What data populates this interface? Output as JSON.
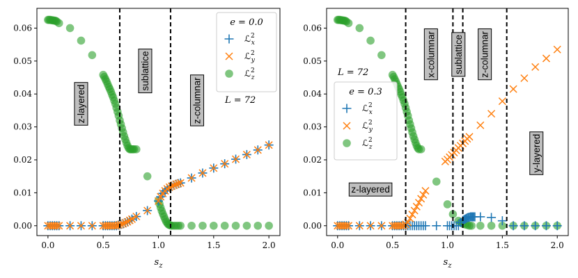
{
  "chart_data": [
    {
      "type": "scatter",
      "xlabel": "s_z",
      "ylabel": "",
      "xlim": [
        -0.1,
        2.1
      ],
      "ylim": [
        -0.003,
        0.066
      ],
      "xticks": [
        "0.0",
        "0.5",
        "1.0",
        "1.5",
        "2.0"
      ],
      "xtick_values": [
        0,
        0.5,
        1.0,
        1.5,
        2.0
      ],
      "yticks": [
        "0.00",
        "0.01",
        "0.02",
        "0.03",
        "0.04",
        "0.05",
        "0.06"
      ],
      "ytick_values": [
        0,
        0.01,
        0.02,
        0.03,
        0.04,
        0.05,
        0.06
      ],
      "legend_title": "e = 0.0",
      "legend_position": "top-right",
      "annotation_L": "L = 72",
      "vlines": [
        0.65,
        1.11
      ],
      "regions": [
        {
          "label": "z-layered",
          "x": 0.3,
          "y": 0.037
        },
        {
          "label": "sublattice",
          "x": 0.88,
          "y": 0.047
        },
        {
          "label": "z-columnar",
          "x": 1.35,
          "y": 0.038
        }
      ],
      "series": [
        {
          "name": "ℒ_x^2",
          "marker": "plus",
          "color": "#1f77b4",
          "x": [
            0,
            0.02,
            0.04,
            0.06,
            0.08,
            0.1,
            0.2,
            0.3,
            0.4,
            0.5,
            0.52,
            0.54,
            0.56,
            0.58,
            0.6,
            0.62,
            0.64,
            0.66,
            0.68,
            0.7,
            0.72,
            0.74,
            0.76,
            0.8,
            0.9,
            1.0,
            1.02,
            1.04,
            1.06,
            1.08,
            1.1,
            1.12,
            1.14,
            1.16,
            1.18,
            1.2,
            1.3,
            1.4,
            1.5,
            1.6,
            1.7,
            1.8,
            1.9,
            2.0
          ],
          "y": [
            0,
            0,
            0,
            0,
            0,
            0,
            0,
            0,
            0,
            0,
            0,
            0,
            0,
            0,
            0,
            0,
            0.0002,
            0.0004,
            0.0006,
            0.0009,
            0.0012,
            0.0016,
            0.002,
            0.0028,
            0.0046,
            0.0075,
            0.0088,
            0.0098,
            0.0106,
            0.0112,
            0.0117,
            0.012,
            0.0123,
            0.0126,
            0.0128,
            0.013,
            0.0145,
            0.016,
            0.0175,
            0.0188,
            0.0202,
            0.0216,
            0.023,
            0.0245
          ]
        },
        {
          "name": "ℒ_y^2",
          "marker": "x",
          "color": "#ff7f0e",
          "x": [
            0,
            0.02,
            0.04,
            0.06,
            0.08,
            0.1,
            0.2,
            0.3,
            0.4,
            0.5,
            0.52,
            0.54,
            0.56,
            0.58,
            0.6,
            0.62,
            0.64,
            0.66,
            0.68,
            0.7,
            0.72,
            0.74,
            0.76,
            0.8,
            0.9,
            1.0,
            1.02,
            1.04,
            1.06,
            1.08,
            1.1,
            1.12,
            1.14,
            1.16,
            1.18,
            1.2,
            1.3,
            1.4,
            1.5,
            1.6,
            1.7,
            1.8,
            1.9,
            2.0
          ],
          "y": [
            0,
            0,
            0,
            0,
            0,
            0,
            0,
            0,
            0,
            0,
            0,
            0,
            0,
            0,
            0,
            0,
            0.0002,
            0.0004,
            0.0006,
            0.0009,
            0.0012,
            0.0016,
            0.002,
            0.0028,
            0.0046,
            0.0075,
            0.0088,
            0.0098,
            0.0106,
            0.0112,
            0.0117,
            0.012,
            0.0123,
            0.0126,
            0.0128,
            0.013,
            0.0145,
            0.016,
            0.0175,
            0.0188,
            0.0202,
            0.0216,
            0.023,
            0.0245
          ]
        },
        {
          "name": "ℒ_z^2",
          "marker": "circle",
          "color": "#2ca02c",
          "x": [
            0,
            0.01,
            0.02,
            0.03,
            0.04,
            0.05,
            0.06,
            0.07,
            0.08,
            0.1,
            0.2,
            0.3,
            0.4,
            0.5,
            0.51,
            0.52,
            0.53,
            0.54,
            0.55,
            0.56,
            0.57,
            0.58,
            0.59,
            0.6,
            0.61,
            0.62,
            0.63,
            0.64,
            0.65,
            0.66,
            0.67,
            0.68,
            0.69,
            0.7,
            0.71,
            0.72,
            0.73,
            0.74,
            0.75,
            0.76,
            0.77,
            0.78,
            0.8,
            0.9,
            1.0,
            1.01,
            1.02,
            1.03,
            1.04,
            1.05,
            1.06,
            1.07,
            1.08,
            1.09,
            1.1,
            1.11,
            1.12,
            1.14,
            1.16,
            1.18,
            1.2,
            1.3,
            1.4,
            1.5,
            1.6,
            1.7,
            1.8,
            1.9,
            2.0
          ],
          "y": [
            0.0625,
            0.0625,
            0.0625,
            0.0624,
            0.0624,
            0.0623,
            0.0623,
            0.0622,
            0.062,
            0.0615,
            0.06,
            0.0562,
            0.0518,
            0.0458,
            0.0452,
            0.0445,
            0.0438,
            0.043,
            0.0422,
            0.0415,
            0.0407,
            0.0398,
            0.039,
            0.038,
            0.037,
            0.0358,
            0.0346,
            0.0334,
            0.032,
            0.0308,
            0.0296,
            0.0284,
            0.0272,
            0.0262,
            0.0252,
            0.0243,
            0.0236,
            0.0232,
            0.0232,
            0.0232,
            0.0232,
            0.0232,
            0.0232,
            0.015,
            0.0076,
            0.0066,
            0.0055,
            0.0045,
            0.0036,
            0.0028,
            0.002,
            0.0013,
            0.0008,
            0.0004,
            0.0002,
            0.0001,
            0,
            0,
            0,
            0,
            0,
            0,
            0,
            0,
            0,
            0,
            0,
            0,
            0
          ]
        }
      ]
    },
    {
      "type": "scatter",
      "xlabel": "s_z",
      "ylabel": "",
      "xlim": [
        -0.1,
        2.1
      ],
      "ylim": [
        -0.003,
        0.066
      ],
      "xticks": [
        "0.0",
        "0.5",
        "1.0",
        "1.5",
        "2.0"
      ],
      "xtick_values": [
        0,
        0.5,
        1.0,
        1.5,
        2.0
      ],
      "yticks": [
        "0.00",
        "0.01",
        "0.02",
        "0.03",
        "0.04",
        "0.05",
        "0.06"
      ],
      "ytick_values": [
        0,
        0.01,
        0.02,
        0.03,
        0.04,
        0.05,
        0.06
      ],
      "legend_title": "e = 0.3",
      "legend_position": "center-left",
      "annotation_L": "L = 72",
      "vlines": [
        0.62,
        1.05,
        1.14,
        1.54
      ],
      "regions": [
        {
          "label": "z-layered",
          "x": 0.3,
          "y": 0.011
        },
        {
          "label": "x-columnar",
          "x": 0.85,
          "y": 0.052
        },
        {
          "label": "sublattice",
          "x": 1.1,
          "y": 0.052
        },
        {
          "label": "z-columnar",
          "x": 1.34,
          "y": 0.052
        },
        {
          "label": "y-layered",
          "x": 1.81,
          "y": 0.022
        }
      ],
      "series": [
        {
          "name": "ℒ_x^2",
          "marker": "plus",
          "color": "#1f77b4",
          "x": [
            0,
            0.02,
            0.04,
            0.06,
            0.08,
            0.1,
            0.2,
            0.3,
            0.4,
            0.5,
            0.52,
            0.54,
            0.56,
            0.58,
            0.6,
            0.62,
            0.64,
            0.66,
            0.68,
            0.7,
            0.72,
            0.74,
            0.76,
            0.78,
            0.8,
            0.9,
            1.0,
            1.02,
            1.04,
            1.06,
            1.08,
            1.1,
            1.12,
            1.14,
            1.15,
            1.16,
            1.17,
            1.18,
            1.19,
            1.2,
            1.21,
            1.22,
            1.23,
            1.24,
            1.25,
            1.3,
            1.4,
            1.5,
            1.6,
            1.7,
            1.8,
            1.9,
            2.0
          ],
          "y": [
            0,
            0,
            0,
            0,
            0,
            0,
            0,
            0,
            0,
            0,
            0,
            0,
            0,
            0,
            0,
            0,
            0,
            0,
            0,
            0,
            0,
            0,
            0,
            0,
            0,
            0,
            0,
            0,
            0,
            0,
            0,
            0,
            0.001,
            0.0016,
            0.0018,
            0.002,
            0.0022,
            0.0024,
            0.0025,
            0.0026,
            0.0027,
            0.0027,
            0.0027,
            0.0027,
            0.0027,
            0.0027,
            0.0025,
            0.0015,
            0,
            0,
            0,
            0,
            0
          ]
        },
        {
          "name": "ℒ_y^2",
          "marker": "x",
          "color": "#ff7f0e",
          "x": [
            0,
            0.02,
            0.04,
            0.06,
            0.08,
            0.1,
            0.2,
            0.3,
            0.4,
            0.5,
            0.52,
            0.54,
            0.56,
            0.58,
            0.6,
            0.62,
            0.64,
            0.66,
            0.68,
            0.7,
            0.72,
            0.74,
            0.76,
            0.78,
            0.8,
            0.98,
            1.0,
            1.02,
            1.04,
            1.06,
            1.08,
            1.1,
            1.12,
            1.14,
            1.16,
            1.18,
            1.2,
            1.3,
            1.4,
            1.5,
            1.6,
            1.7,
            1.8,
            1.9,
            2.0
          ],
          "y": [
            0,
            0,
            0,
            0,
            0,
            0,
            0,
            0,
            0,
            0,
            0,
            0,
            0,
            0,
            0,
            0.0004,
            0.001,
            0.0022,
            0.0034,
            0.0046,
            0.0058,
            0.007,
            0.0082,
            0.0094,
            0.0106,
            0.0195,
            0.0201,
            0.0208,
            0.0215,
            0.0222,
            0.0229,
            0.0236,
            0.0243,
            0.025,
            0.0257,
            0.0264,
            0.027,
            0.0305,
            0.034,
            0.0378,
            0.0415,
            0.0448,
            0.0482,
            0.0508,
            0.0535
          ]
        },
        {
          "name": "ℒ_z^2",
          "marker": "circle",
          "color": "#2ca02c",
          "x": [
            0,
            0.01,
            0.02,
            0.03,
            0.04,
            0.05,
            0.06,
            0.07,
            0.08,
            0.1,
            0.2,
            0.3,
            0.4,
            0.5,
            0.51,
            0.52,
            0.53,
            0.54,
            0.55,
            0.56,
            0.57,
            0.58,
            0.59,
            0.6,
            0.61,
            0.62,
            0.63,
            0.64,
            0.65,
            0.66,
            0.67,
            0.68,
            0.69,
            0.7,
            0.71,
            0.72,
            0.73,
            0.74,
            0.76,
            0.9,
            1.0,
            1.05,
            1.1,
            1.12,
            1.14,
            1.16,
            1.18,
            1.2,
            1.22,
            1.3,
            1.4,
            1.5,
            1.6,
            1.7,
            1.8,
            1.9,
            2.0
          ],
          "y": [
            0.0625,
            0.0625,
            0.0625,
            0.0624,
            0.0624,
            0.0623,
            0.0623,
            0.0622,
            0.062,
            0.0615,
            0.06,
            0.0562,
            0.0518,
            0.0458,
            0.0452,
            0.0445,
            0.0438,
            0.043,
            0.0422,
            0.0415,
            0.0407,
            0.0398,
            0.039,
            0.038,
            0.037,
            0.0358,
            0.0346,
            0.0334,
            0.032,
            0.0308,
            0.0296,
            0.0284,
            0.0272,
            0.0262,
            0.0252,
            0.0243,
            0.0236,
            0.0232,
            0.0232,
            0.0134,
            0.0065,
            0.0035,
            0.0015,
            0.001,
            0.0006,
            0.0004,
            0.0002,
            0,
            0,
            0,
            0,
            0,
            0,
            0,
            0,
            0,
            0
          ]
        }
      ]
    }
  ]
}
